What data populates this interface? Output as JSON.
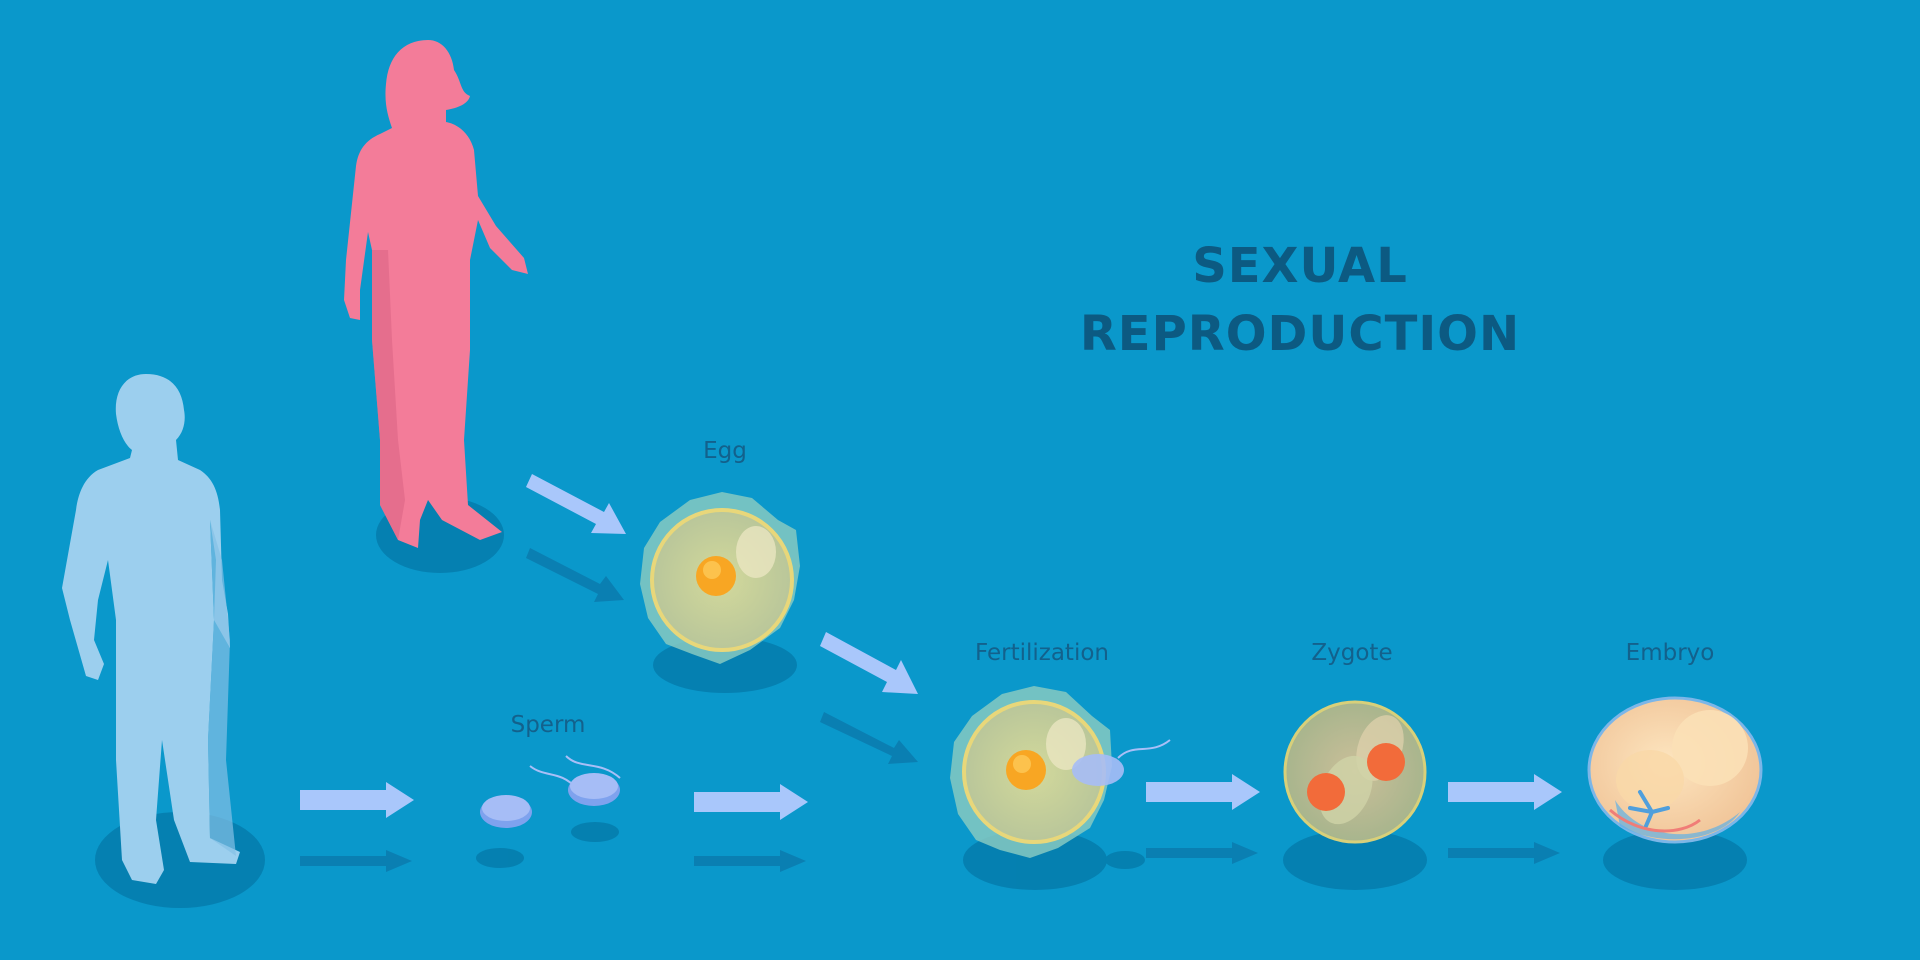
{
  "title": {
    "line1": "SEXUAL",
    "line2": "REPRODUCTION"
  },
  "stages": {
    "egg": "Egg",
    "sperm": "Sperm",
    "fertilization": "Fertilization",
    "zygote": "Zygote",
    "embryo": "Embryo"
  },
  "colors": {
    "background": "#0a98cb",
    "female": "#f37c99",
    "male": "#9ccfee",
    "arrow": "#a9c7fb",
    "title": "#0c5a82"
  }
}
